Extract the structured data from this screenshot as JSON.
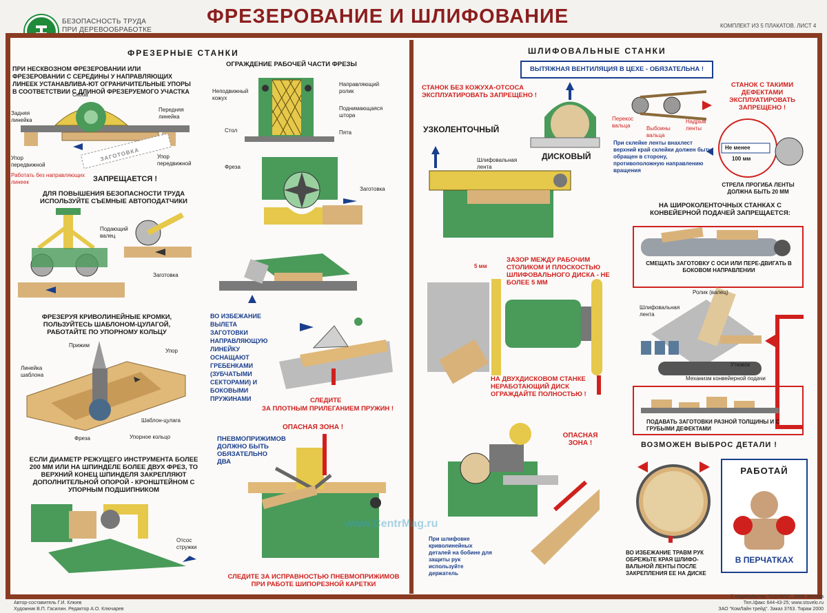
{
  "header": {
    "logo_line1": "БЕЗОПАСНОСТЬ ТРУДА",
    "logo_line2": "ПРИ ДЕРЕВООБРАБОТКЕ",
    "title": "ФРЕЗЕРОВАНИЕ И ШЛИФОВАНИЕ",
    "set_label": "КОМПЛЕКТ ИЗ 5 ПЛАКАТОВ. ЛИСТ 4"
  },
  "left": {
    "section_title": "ФРЕЗЕРНЫЕ СТАНКИ",
    "blind_milling": "ПРИ НЕСКВОЗНОМ ФРЕЗЕРОВАНИИ ИЛИ ФРЕЗЕРОВАНИИ С СЕРЕДИНЫ У НАПРАВЛЯЮЩИХ ЛИНЕЕК УСТАНАВЛИВА-ЮТ ОГРАНИЧИТЕЛЬНЫЕ УПОРЫ В СООТВЕТСТВИИ С ДЛИНОЙ ФРЕЗЕРУЕМОГО УЧАСТКА",
    "lbl_skoba": "Скоба",
    "lbl_rear": "Задняя линейка",
    "lbl_front": "Передняя линейка",
    "lbl_stop_movable1": "Упор передвижной",
    "lbl_stop_movable2": "Упор передвижной",
    "lbl_workpiece_stamp": "ЗАГОТОВКА",
    "no_guides": "Работать без направляющих линеек",
    "forbidden": "ЗАПРЕЩАЕТСЯ !",
    "guard_title": "ОГРАЖДЕНИЕ РАБОЧЕЙ ЧАСТИ ФРЕЗЫ",
    "lbl_fixed_casing": "Неподвижный кожух",
    "lbl_guide_roller": "Направляющий ролик",
    "lbl_lift_curtain": "Поднимающаяся штора",
    "lbl_table": "Стол",
    "lbl_heel": "Пята",
    "lbl_cutter": "Фреза",
    "lbl_workpiece1": "Заготовка",
    "autofeed": "ДЛЯ ПОВЫШЕНИЯ БЕЗОПАСНОСТИ ТРУДА ИСПОЛЬЗУЙТЕ СЪЕМНЫЕ АВТОПОДАТЧИКИ",
    "lbl_feed_roller": "Подающий валец",
    "lbl_workpiece2": "Заготовка",
    "curved_edges": "ФРЕЗЕРУЯ КРИВОЛИНЕЙНЫЕ КРОМКИ, ПОЛЬЗУЙТЕСЬ ШАБЛОНОМ-ЦУЛАГОЙ, РАБОТАЙТЕ ПО УПОРНОМУ КОЛЬЦУ",
    "lbl_clamp": "Прижим",
    "lbl_stop": "Упор",
    "lbl_template_ruler": "Линейка шаблона",
    "lbl_template": "Шаблон-цулага",
    "lbl_cutter2": "Фреза",
    "lbl_thrust_ring": "Упорное кольцо",
    "kickback": "ВО ИЗБЕЖАНИЕ ВЫЛЕТА ЗАГОТОВКИ НАПРАВЛЯЮЩУЮ ЛИНЕЙКУ ОСНАЩАЮТ ГРЕБЕНКАМИ (ЗУБЧАТЫМИ СЕКТОРАМИ) И БОКОВЫМИ ПРУЖИНАМИ",
    "watch_springs1": "СЛЕДИТЕ",
    "watch_springs2": "ЗА ПЛОТНЫМ ПРИЛЕГАНИЕМ ПРУЖИН !",
    "spindle": "ЕСЛИ ДИАМЕТР РЕЖУЩЕГО ИНСТРУМЕНТА БОЛЕЕ 200 ММ ИЛИ НА ШПИНДЕЛЕ БОЛЕЕ ДВУХ ФРЕЗ, ТО ВЕРХНИЙ КОНЕЦ ШПИНДЕЛЯ ЗАКРЕПЛЯЮТ ДОПОЛНИТЕЛЬНОЙ ОПОРОЙ - КРОНШТЕЙНОМ С УПОРНЫМ ПОДШИПНИКОМ",
    "danger_zone": "ОПАСНАЯ ЗОНА !",
    "pneumo": "ПНЕВМОПРИЖИМОВ ДОЛЖНО БЫТЬ ОБЯЗАТЕЛЬНО ДВА",
    "chip_suction": "Отсос стружки",
    "watch_pneumo": "СЛЕДИТЕ ЗА ИСПРАВНОСТЬЮ ПНЕВМОПРИЖИМОВ ПРИ РАБОТЕ ШИПОРЕЗНОЙ КАРЕТКИ"
  },
  "right": {
    "section_title": "ШЛИФОВАЛЬНЫЕ СТАНКИ",
    "ventilation": "ВЫТЯЖНАЯ ВЕНТИЛЯЦИЯ В ЦЕХЕ - ОБЯЗАТЕЛЬНА !",
    "no_casing": "СТАНОК БЕЗ КОЖУХА-ОТСОСА ЭКСПЛУАТИРОВАТЬ ЗАПРЕЩЕНО !",
    "narrow_belt": "УЗКОЛЕНТОЧНЫЙ",
    "disc": "ДИСКОВЫЙ",
    "lbl_sanding_belt": "Шлифовальная лента",
    "defects": "СТАНОК С ТАКИМИ ДЕФЕКТАМИ ЭКСПЛУАТИРОВАТЬ ЗАПРЕЩЕНО !",
    "lbl_roller_skew": "Перекос вальца",
    "lbl_dents": "Выбоины вальца",
    "lbl_tears": "Надрыв ленты",
    "belt_gluing": "При склейке ленты внахлест верхний край склейки должен быть обращен в сторону, противоположную направлению вращения",
    "not_less": "Не менее",
    "mm100": "100 мм",
    "belt_sag": "СТРЕЛА ПРОГИБА ЛЕНТЫ ДОЛЖНА БЫТЬ 20 ММ",
    "wide_belt": "НА ШИРОКОЛЕНТОЧНЫХ СТАНКАХ С КОНВЕЙЕРНОЙ ПОДАЧЕЙ ЗАПРЕЩАЕТСЯ:",
    "shift_workpiece": "СМЕЩАТЬ ЗАГОТОВКУ С ОСИ ИЛИ ПЕРЕ-ДВИГАТЬ В БОКОВОМ НАПРАВЛЕНИИ",
    "mm5": "5 мм",
    "gap": "ЗАЗОР МЕЖДУ РАБОЧИМ СТОЛИКОМ И ПЛОСКОСТЬЮ ШЛИФОВАЛЬНОГО ДИСКА - НЕ БОЛЕЕ 5 ММ",
    "lbl_roller": "Ролик (валец)",
    "lbl_sanding_belt2": "Шлифовальная лента",
    "lbl_iron": "Утюжок",
    "lbl_conveyor": "Механизм конвейерной подачи",
    "double_disc": "НА ДВУХДИСКОВОМ СТАНКЕ НЕРАБОТАЮЩИЙ ДИСК ОГРАЖДАЙТЕ ПОЛНОСТЬЮ !",
    "diff_thickness": "ПОДАВАТЬ ЗАГОТОВКИ РАЗНОЙ ТОЛЩИНЫ И С ГРУБЫМИ ДЕФЕКТАМИ",
    "ejection": "ВОЗМОЖЕН ВЫБРОС ДЕТАЛИ !",
    "danger_zone": "ОПАСНАЯ ЗОНА !",
    "bobbin": "При шлифовке криволинейных деталей на бобине для защиты рук используйте держатель",
    "hand_injury": "ВО ИЗБЕЖАНИЕ ТРАВМ РУК ОБРЕЖЬТЕ КРАЯ ШЛИФО-ВАЛЬНОЙ ЛЕНТЫ ПОСЛЕ ЗАКРЕПЛЕНИЯ ЕЕ НА ДИСКЕ",
    "work_in": "РАБОТАЙ",
    "gloves": "В ПЕРЧАТКАХ"
  },
  "watermark": "www.CentrMag.ru",
  "footer": {
    "author": "Автор-составитель Г.И. Клюев",
    "artist": "Художник В.П. Гасилин. Редактор А.О. Ключарев",
    "publisher": "© Издательство \"СОУЭЛО\", 2008. Москва",
    "phone": "Тел./факс 644-43-25; www.stsvelo.ru",
    "print": "ЗАО \"КомЛайн трейд\". Заказ 3763. Тираж 2000"
  },
  "colors": {
    "frame": "#8a3b22",
    "title": "#8b1e1e",
    "red": "#d0201e",
    "blue": "#1a3e8c",
    "machine_green": "#4a9a5a",
    "wood": "#d9b27a"
  }
}
